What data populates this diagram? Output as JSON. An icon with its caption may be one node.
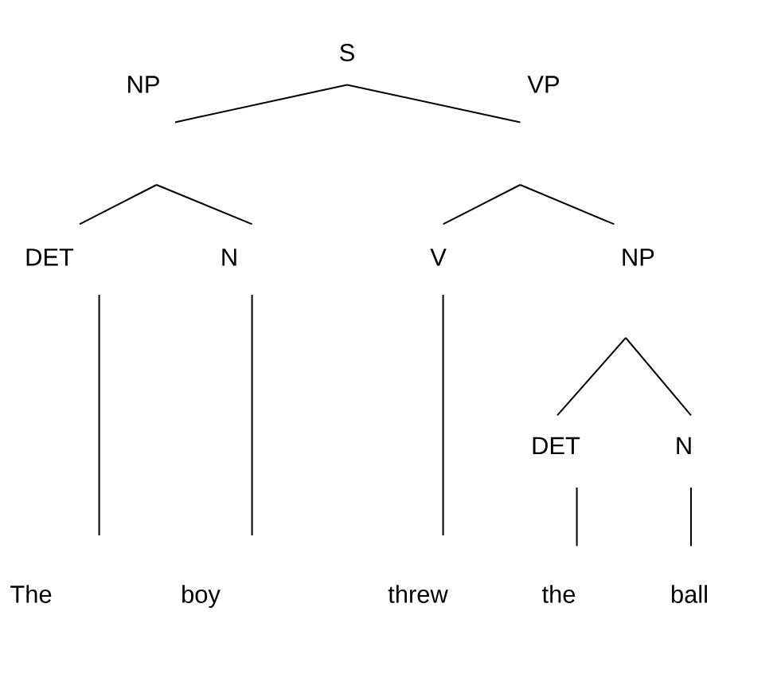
{
  "diagram": {
    "nodes": [
      {
        "text": [
          "S"
        ]
      },
      {
        "text": [
          "NP"
        ]
      },
      {
        "text": [
          "VP"
        ]
      },
      {
        "text": [
          "DET"
        ]
      },
      {
        "text": [
          "N"
        ]
      },
      {
        "text": [
          "V"
        ]
      },
      {
        "text": [
          "NP"
        ]
      },
      {
        "text": [
          "DET"
        ]
      },
      {
        "text": [
          "N"
        ]
      },
      {
        "text": [
          "The"
        ]
      },
      {
        "text": [
          "boy"
        ]
      },
      {
        "text": [
          "threw"
        ]
      },
      {
        "text": [
          "the"
        ]
      },
      {
        "text": [
          "ball"
        ]
      }
    ],
    "edges": [
      {
        "from": 0,
        "to": 1,
        "arrow": "none"
      },
      {
        "from": 0,
        "to": 2,
        "arrow": "none"
      },
      {
        "from": 1,
        "to": 3,
        "arrow": "none"
      },
      {
        "from": 1,
        "to": 4,
        "arrow": "none"
      },
      {
        "from": 2,
        "to": 5,
        "arrow": "none"
      },
      {
        "from": 2,
        "to": 6,
        "arrow": "none"
      },
      {
        "from": 3,
        "to": 9,
        "arrow": "none"
      },
      {
        "from": 4,
        "to": 10,
        "arrow": "none"
      },
      {
        "from": 5,
        "to": 11,
        "arrow": "none"
      },
      {
        "from": 6,
        "to": 7,
        "arrow": "none"
      },
      {
        "from": 6,
        "to": 8,
        "arrow": "none"
      },
      {
        "from": 7,
        "to": 12,
        "arrow": "none"
      },
      {
        "from": 8,
        "to": 13,
        "arrow": "none"
      }
    ]
  }
}
